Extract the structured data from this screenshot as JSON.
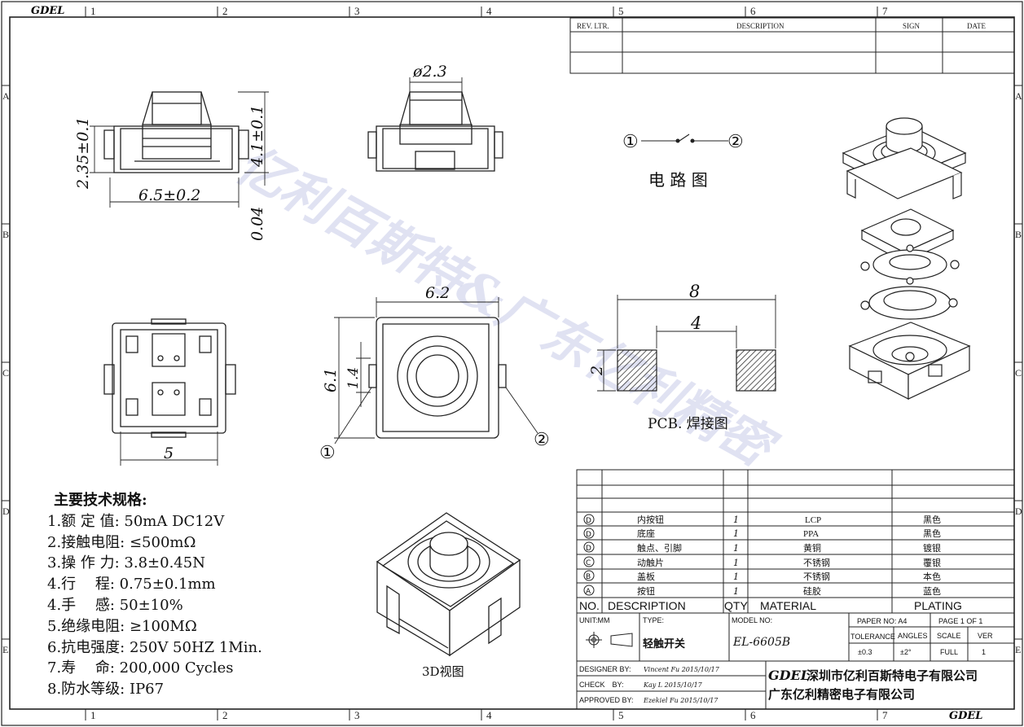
{
  "brand": "GDEL",
  "border": {
    "columns": [
      "1",
      "2",
      "3",
      "4",
      "5",
      "6",
      "7"
    ],
    "rows": [
      "A",
      "B",
      "C",
      "D",
      "E"
    ]
  },
  "revision_block": {
    "headers": [
      "REV. LTR.",
      "DESCRIPTION",
      "SIGN",
      "DATE"
    ]
  },
  "dimensions": {
    "height_total": "2.35±0.1",
    "width_side": "6.5±0.2",
    "button_dia": "ø2.3",
    "cap_height": "4.1±0.1",
    "stroke": "0.04",
    "top_width": "6.2",
    "top_height": "6.1",
    "small": "1.4",
    "bottom_width": "5"
  },
  "pins": {
    "p1": "①",
    "p2": "②"
  },
  "circuit": {
    "label": "电 路 图"
  },
  "pcb": {
    "outer": "8",
    "inner": "4",
    "pad_h": "2",
    "label": "PCB. 焊接图"
  },
  "specs": {
    "heading": "主要技术规格:",
    "items": [
      "1.额 定 值: 50mA DC12V",
      "2.接触电阻: ≤500mΩ",
      "3.操 作 力: 3.8±0.45N",
      "4.行　 程: 0.75±0.1mm",
      "4.手　 感:  50±10%",
      "5.绝缘电阻: ≥100MΩ",
      "6.抗电强度: 250V 50HZ 1Min.",
      "7.寿　 命: 200,000 Cycles",
      "8.防水等级:  IP67"
    ]
  },
  "view3d_label": "3D视图",
  "watermark": "亿利百斯特&广东亿利精密",
  "bom": {
    "rows": [
      {
        "mark": "D",
        "desc": "内按钮",
        "qty": "1",
        "material": "LCP",
        "plating": "黑色"
      },
      {
        "mark": "D",
        "desc": "底座",
        "qty": "1",
        "material": "PPA",
        "plating": "黑色"
      },
      {
        "mark": "D",
        "desc": "触点、引脚",
        "qty": "1",
        "material": "黄铜",
        "plating": "镀银"
      },
      {
        "mark": "C",
        "desc": "动触片",
        "qty": "1",
        "material": "不锈钢",
        "plating": "覆银"
      },
      {
        "mark": "B",
        "desc": "盖板",
        "qty": "1",
        "material": "不锈钢",
        "plating": "本色"
      },
      {
        "mark": "A",
        "desc": "按钮",
        "qty": "1",
        "material": "硅胶",
        "plating": "蓝色"
      }
    ],
    "headers": {
      "no": "NO.",
      "desc": "DESCRIPTION",
      "qty": "QTY",
      "material": "MATERIAL",
      "plating": "PLATING"
    }
  },
  "title_block": {
    "unit": "UNIT:MM",
    "type_label": "TYPE:",
    "type_value": "轻触开关",
    "model_label": "MODEL NO:",
    "model_value": "EL-6605B",
    "paper_no": "PAPER NO: A4",
    "page": "PAGE 1 OF 1",
    "tolerance_label": "TOLERANCE",
    "angles_label": "ANGLES",
    "scale_label": "SCALE",
    "ver_label": "VER",
    "tolerance": "±0.3",
    "angles": "±2°",
    "scale": "FULL",
    "ver": "1",
    "designer_label": "DESIGNER BY:",
    "designer": "Vincent Fu 2015/10/17",
    "check_label": "CHECK　BY:",
    "check": "Kay L 2015/10/17",
    "approved_label": "APPROVED BY:",
    "approved": "Ezekiel Fu 2015/10/17",
    "company1_brand": "GDEL",
    "company1": "深圳市亿利百斯特电子有限公司",
    "company2": "广东亿利精密电子有限公司"
  }
}
